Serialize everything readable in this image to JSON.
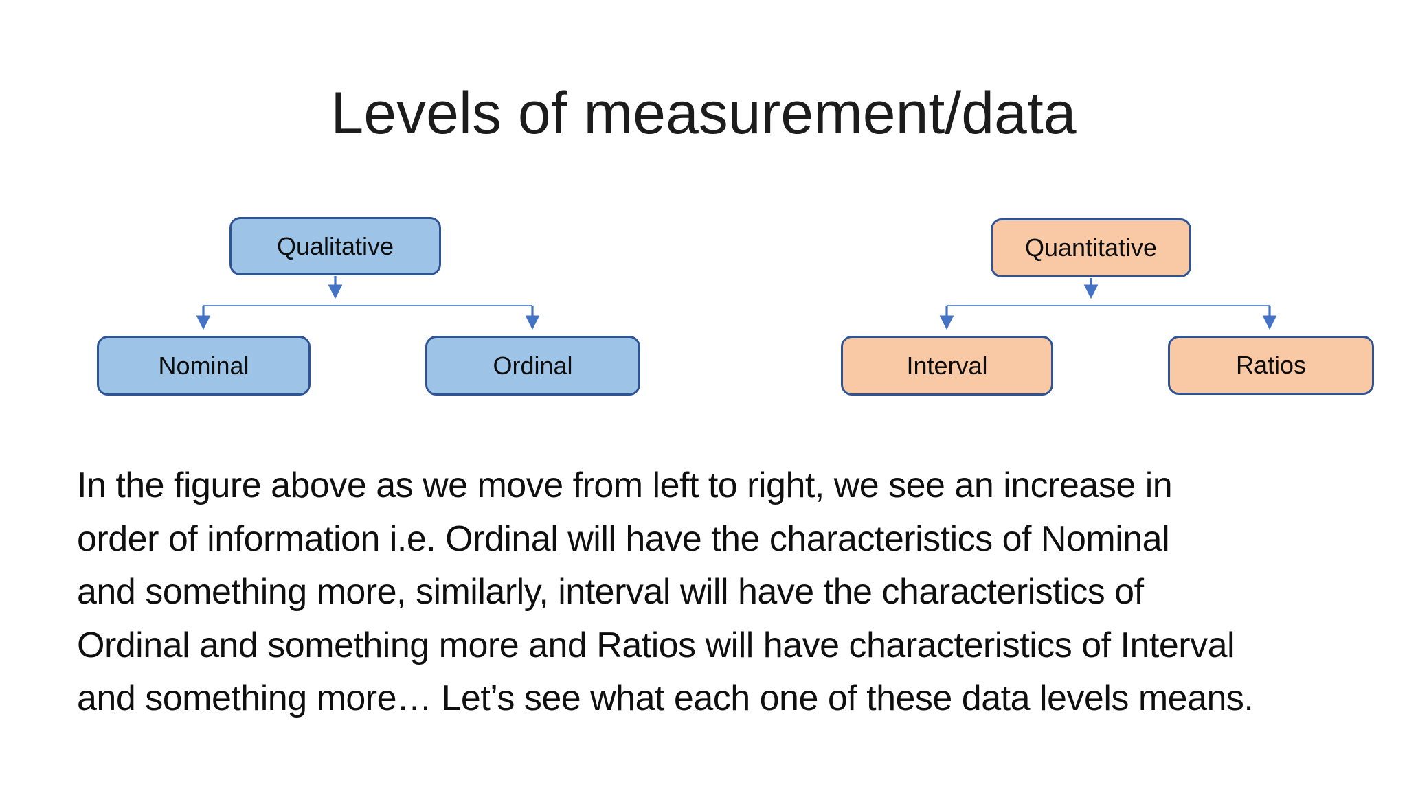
{
  "slide": {
    "title": "Levels of measurement/data"
  },
  "diagram": {
    "qualitative_tree": {
      "root": "Qualitative",
      "children": [
        "Nominal",
        "Ordinal"
      ]
    },
    "quantitative_tree": {
      "root": "Quantitative",
      "children": [
        "Interval",
        "Ratios"
      ]
    }
  },
  "paragraph": {
    "lines": [
      "In the figure above as we move from left to right, we see an increase in",
      "order of information i.e. Ordinal will have the characteristics of Nominal",
      "and something more, similarly, interval will have the characteristics of",
      "Ordinal and something more and Ratios will have characteristics of Interval",
      "and something more… Let’s see what each one of these data levels means."
    ]
  },
  "colors": {
    "qualitative_fill": "#9dc3e6",
    "quantitative_fill": "#f8c9a4",
    "node_border": "#2f5496",
    "connector": "#4472c4",
    "title_text": "#1c1c1c",
    "body_text": "#0f0f0f"
  }
}
